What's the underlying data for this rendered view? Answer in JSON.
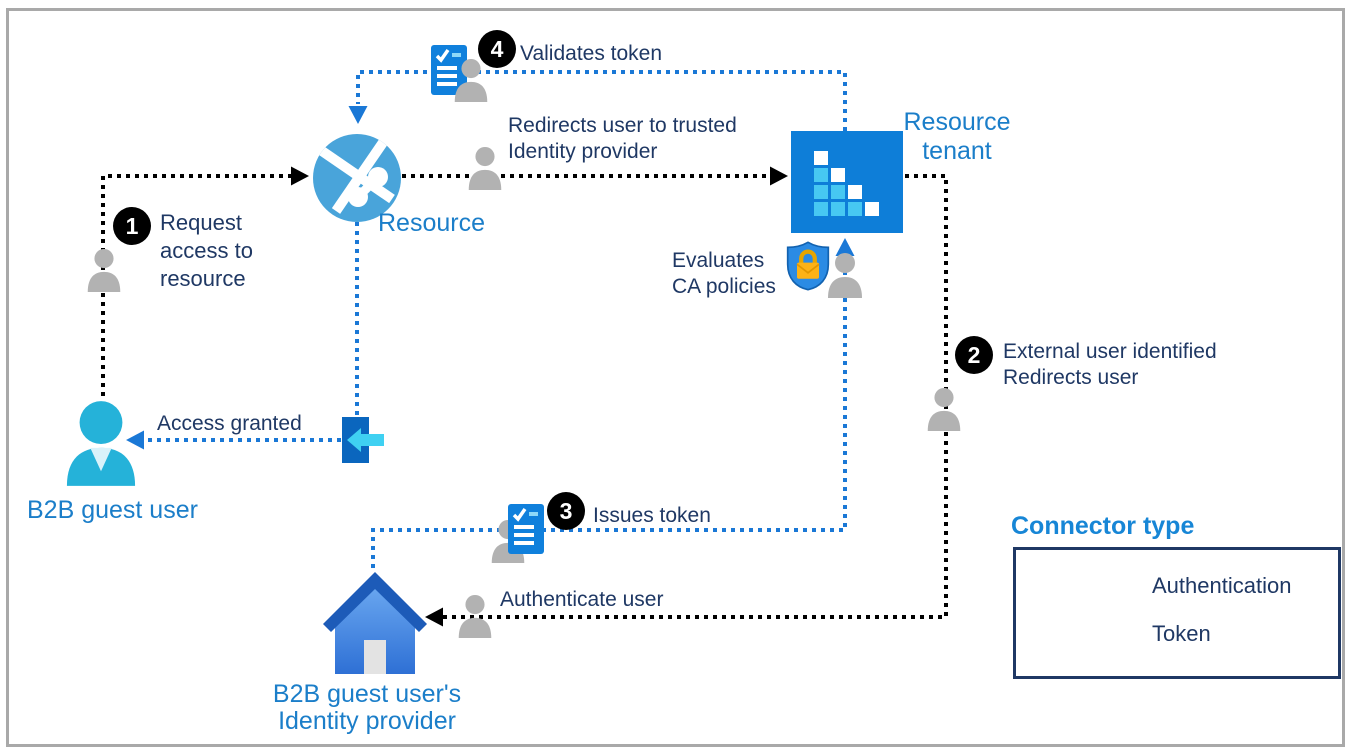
{
  "nodes": {
    "b2b_guest_user": {
      "label": "B2B guest user"
    },
    "resource": {
      "label": "Resource"
    },
    "resource_tenant": {
      "lines": [
        "Resource",
        "tenant"
      ]
    },
    "identity_provider": {
      "lines": [
        "B2B guest user's",
        "Identity provider"
      ]
    }
  },
  "steps": [
    {
      "number": "1",
      "lines": [
        "Request",
        "access to",
        "resource"
      ]
    },
    {
      "number": "2",
      "lines": [
        "External user identified",
        "Redirects user"
      ]
    },
    {
      "number": "3",
      "lines": [
        "Issues token"
      ]
    },
    {
      "number": "4",
      "lines": [
        "Validates token"
      ]
    }
  ],
  "annotations": {
    "redirect_trusted": {
      "lines": [
        "Redirects user to trusted",
        "Identity provider"
      ]
    },
    "evaluates_ca": {
      "lines": [
        "Evaluates",
        "CA policies"
      ]
    },
    "access_granted": "Access granted",
    "authenticate_user": "Authenticate user"
  },
  "legend": {
    "title": "Connector type",
    "items": [
      {
        "label": "Authentication",
        "color": "#000000",
        "style": "dotted"
      },
      {
        "label": "Token",
        "color": "#1a78d6",
        "style": "dotted"
      }
    ]
  },
  "colors": {
    "label_blue": "#1b7ec9",
    "text_navy": "#1f3864",
    "auth_line": "#000000",
    "token_line": "#1a78d6",
    "tenant_square": "#0e7ed8",
    "tenant_cyan": "#47c8f2",
    "globe_blue": "#49a4da",
    "guest_cyan": "#25b2d9",
    "house_roof": "#1d5bb8",
    "shield_blue": "#2b8be4",
    "lock_gold": "#fcb216",
    "doc_blue": "#1080dc",
    "person_gray": "#b2b2b2",
    "border_gray": "#a9a9a9"
  }
}
